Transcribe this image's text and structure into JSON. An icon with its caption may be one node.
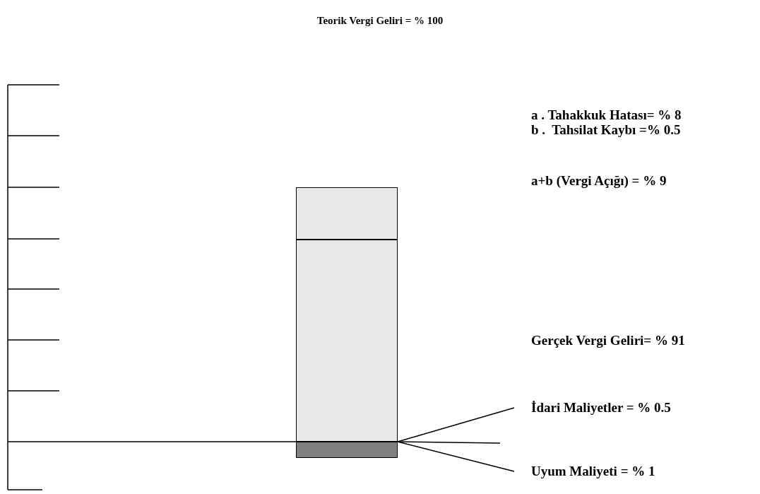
{
  "diagram": {
    "title": "Teorik Vergi Geliri = % 100",
    "nodes": [
      {
        "text": [],
        "shape": "box"
      },
      {
        "text": [],
        "shape": "box"
      },
      {
        "text": [],
        "shape": "box"
      },
      {
        "text": [
          "İdari Maliyetler = % 0.5"
        ]
      },
      {
        "text": [
          "Uyum Maliyeti = % 1"
        ]
      }
    ],
    "edges": [
      {
        "from": 3,
        "to": 2,
        "arrow": "none"
      },
      {
        "from": 4,
        "to": 2,
        "arrow": "none"
      }
    ],
    "labels": [
      "a . Tahakkuk Hatası= % 8",
      "b .  Tahsilat Kaybı =% 0.5",
      "a+b (Vergi Açığı) = % 9",
      "Gerçek Vergi Geliri= % 91"
    ]
  }
}
